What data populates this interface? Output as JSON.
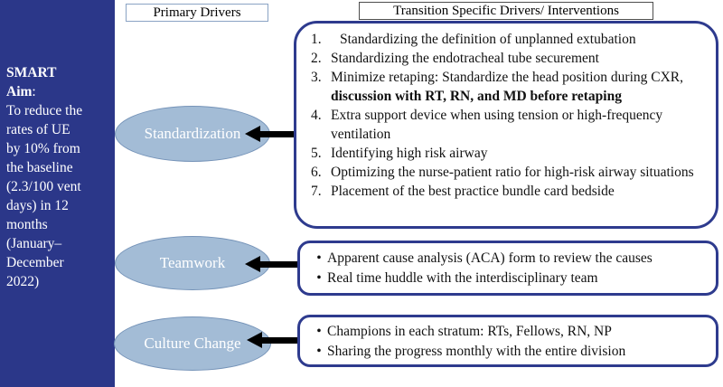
{
  "aim": {
    "lines": [
      [
        {
          "t": "SMART",
          "b": true
        }
      ],
      [
        {
          "t": "Aim",
          "b": true
        },
        {
          "t": ":",
          "b": false
        }
      ],
      [
        {
          "t": "To reduce the",
          "b": false
        }
      ],
      [
        {
          "t": "rates of UE",
          "b": false
        }
      ],
      [
        {
          "t": "by 10% from",
          "b": false
        }
      ],
      [
        {
          "t": "the baseline",
          "b": false
        }
      ],
      [
        {
          "t": "(2.3/100 vent",
          "b": false
        }
      ],
      [
        {
          "t": "days) in 12",
          "b": false
        }
      ],
      [
        {
          "t": "months",
          "b": false
        }
      ],
      [
        {
          "t": "(January–",
          "b": false
        }
      ],
      [
        {
          "t": "December",
          "b": false
        }
      ],
      [
        {
          "t": "2022)",
          "b": false
        }
      ]
    ]
  },
  "headers": {
    "primary": "Primary Drivers",
    "transition": "Transition Specific Drivers/ Interventions"
  },
  "drivers": {
    "standardization": "Standardization",
    "teamwork": "Teamwork",
    "culture": "Culture Change"
  },
  "standardization_items": [
    [
      {
        "t": "Standardizing the definition of unplanned extubation",
        "b": false
      }
    ],
    [
      {
        "t": "Standardizing the endotracheal tube securement",
        "b": false
      }
    ],
    [
      {
        "t": "Minimize retaping: Standardize the head position during CXR, ",
        "b": false
      },
      {
        "t": "discussion with RT, RN, and MD before retaping",
        "b": true
      }
    ],
    [
      {
        "t": "Extra support device when using tension or high-frequency ventilation",
        "b": false
      }
    ],
    [
      {
        "t": "Identifying high risk airway",
        "b": false
      }
    ],
    [
      {
        "t": "Optimizing the nurse-patient ratio for high-risk airway situations",
        "b": false
      }
    ],
    [
      {
        "t": "Placement of the best practice bundle card bedside",
        "b": false
      }
    ]
  ],
  "teamwork_items": [
    [
      {
        "t": "Apparent cause analysis (ACA) form to review the causes",
        "b": false
      }
    ],
    [
      {
        "t": "Real time huddle with the interdisciplinary team",
        "b": false
      }
    ]
  ],
  "culture_items": [
    [
      {
        "t": "Champions in each stratum: RTs, Fellows, RN, NP",
        "b": false
      }
    ],
    [
      {
        "t": "Sharing the progress monthly with the entire division",
        "b": false
      }
    ]
  ],
  "colors": {
    "navy_panel": "#2b3789",
    "box_border": "#2e3b8e",
    "ellipse_fill": "#a3bcd6",
    "ellipse_border": "#7593b8",
    "arrow": "#000000",
    "primary_header_border": "#8aa3c4",
    "transition_header_border": "#4d4d4d"
  }
}
